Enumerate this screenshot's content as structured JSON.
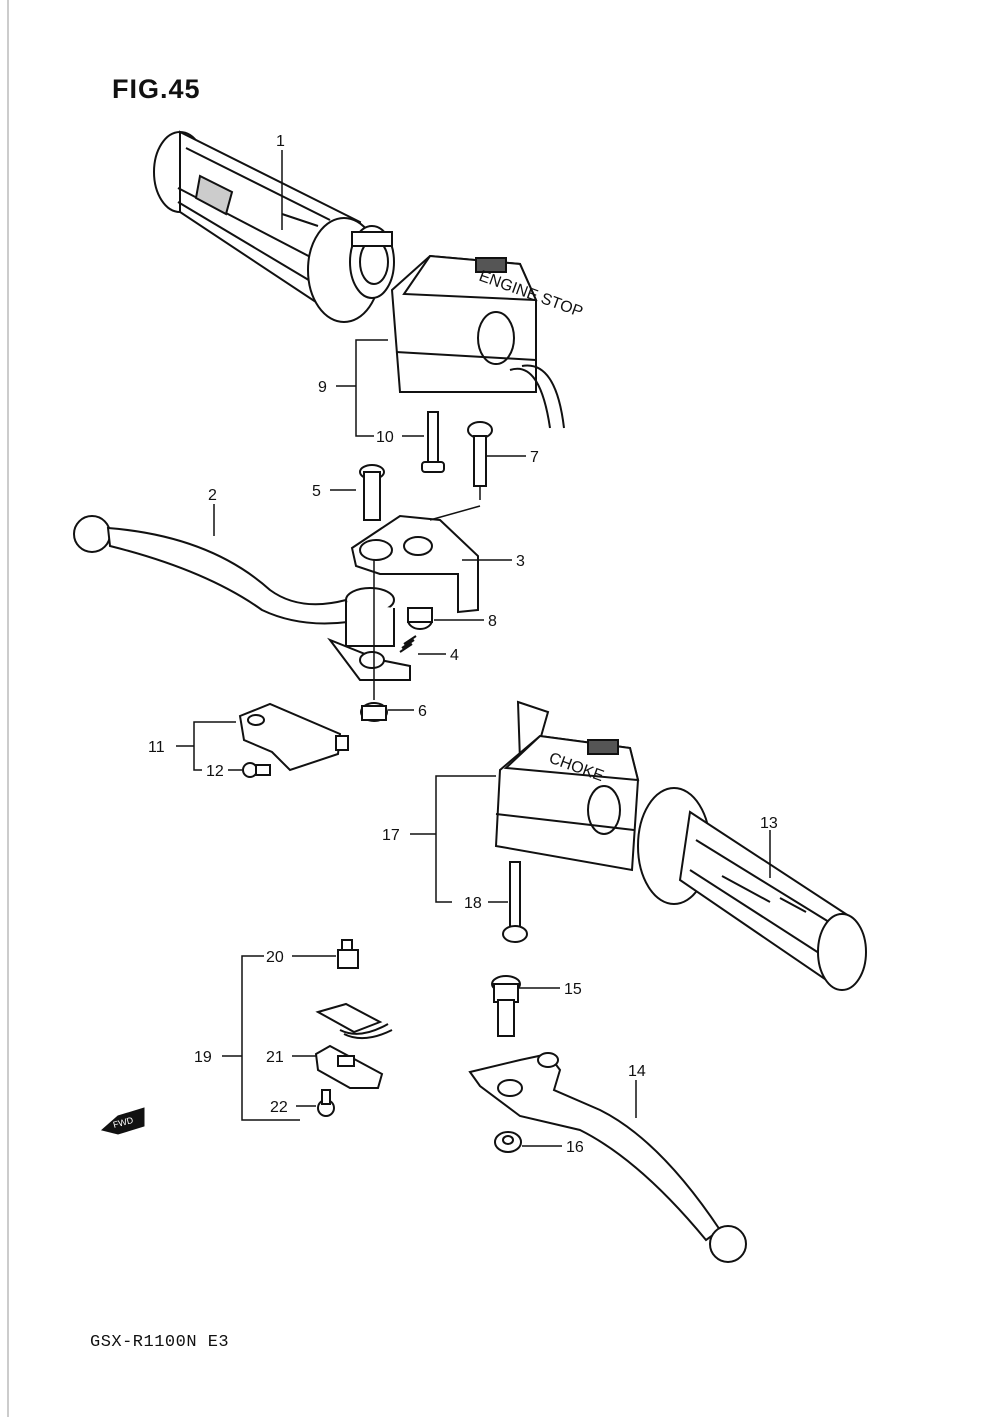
{
  "figure": {
    "title": "FIG.45",
    "model": "GSX-R1100N E3",
    "fwd_label": "FWD"
  },
  "callouts": [
    {
      "id": "1",
      "label": "1"
    },
    {
      "id": "2",
      "label": "2"
    },
    {
      "id": "3",
      "label": "3"
    },
    {
      "id": "4",
      "label": "4"
    },
    {
      "id": "5",
      "label": "5"
    },
    {
      "id": "6",
      "label": "6"
    },
    {
      "id": "7",
      "label": "7"
    },
    {
      "id": "8",
      "label": "8"
    },
    {
      "id": "9",
      "label": "9"
    },
    {
      "id": "10",
      "label": "10"
    },
    {
      "id": "11",
      "label": "11"
    },
    {
      "id": "12",
      "label": "12"
    },
    {
      "id": "13",
      "label": "13"
    },
    {
      "id": "14",
      "label": "14"
    },
    {
      "id": "15",
      "label": "15"
    },
    {
      "id": "16",
      "label": "16"
    },
    {
      "id": "17",
      "label": "17"
    },
    {
      "id": "18",
      "label": "18"
    },
    {
      "id": "19",
      "label": "19"
    },
    {
      "id": "20",
      "label": "20"
    },
    {
      "id": "21",
      "label": "21"
    },
    {
      "id": "22",
      "label": "22"
    }
  ],
  "switch_text": {
    "right_housing": "ENGINE STOP",
    "left_housing": "CHOKE"
  }
}
